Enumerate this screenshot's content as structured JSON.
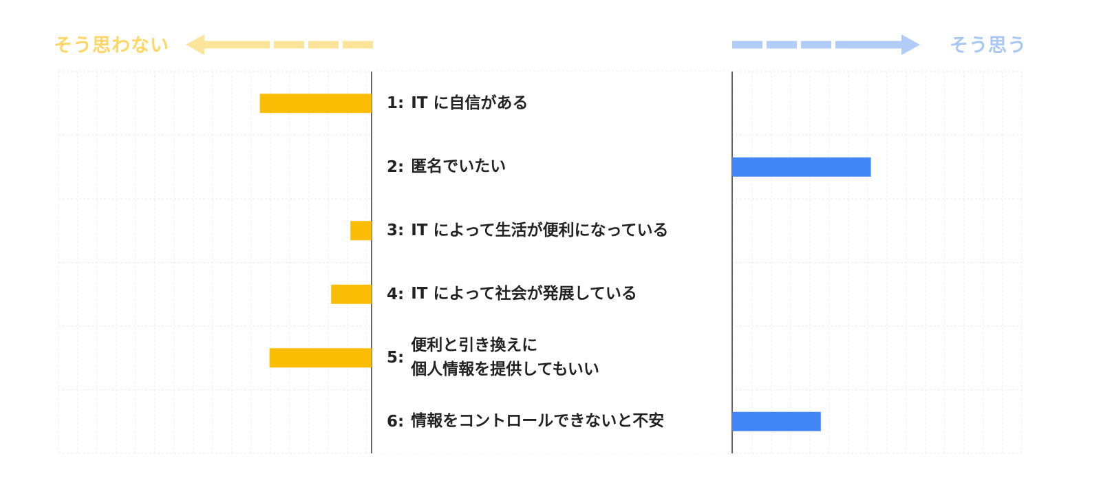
{
  "header": {
    "negative_label": "そう思わない",
    "positive_label": "そう思う"
  },
  "colors": {
    "negative": "#FBBC04",
    "positive": "#4285F4",
    "negative_light": "#FDE293",
    "positive_light": "#AECBFA",
    "grid": "#EEEEEE",
    "axis": "#333333"
  },
  "chart_data": {
    "type": "bar",
    "orientation": "horizontal-diverging",
    "categories": [
      "1: IT に自信がある",
      "2: 匿名でいたい",
      "3: IT によって生活が便利になっている",
      "4: IT によって社会が発展している",
      "5: 便利と引き換えに個人情報を提供してもいい",
      "6: 情報をコントロールできないと不安"
    ],
    "values": [
      -5.8,
      7.2,
      -1.1,
      -2.1,
      -5.3,
      4.6
    ],
    "xlim": [
      -16,
      16
    ],
    "title": "",
    "xlabel": "",
    "ylabel": "",
    "grid": true,
    "rows": [
      {
        "num": "1:",
        "lines": [
          "IT に自信がある"
        ]
      },
      {
        "num": "2:",
        "lines": [
          "匿名でいたい"
        ]
      },
      {
        "num": "3:",
        "lines": [
          "IT によって生活が便利になっている"
        ]
      },
      {
        "num": "4:",
        "lines": [
          "IT によって社会が発展している"
        ]
      },
      {
        "num": "5:",
        "lines": [
          "便利と引き換えに",
          "個人情報を提供してもいい"
        ]
      },
      {
        "num": "6:",
        "lines": [
          "情報をコントロールできないと不安"
        ]
      }
    ]
  }
}
